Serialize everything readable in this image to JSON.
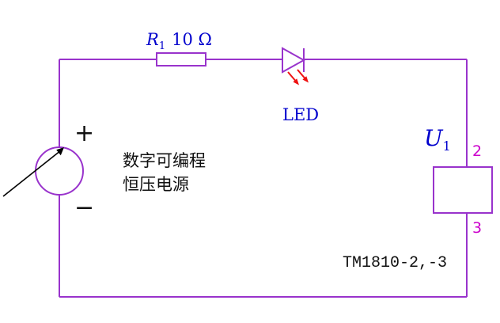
{
  "labels": {
    "resistor_name": "R",
    "resistor_sub": "1",
    "resistor_value": "10 Ω",
    "led": "LED",
    "source_plus": "+",
    "source_minus": "−",
    "source_line1": "数字可编程",
    "source_line2": "恒压电源",
    "u_name": "U",
    "u_sub": "1",
    "pin_top": "2",
    "pin_bottom": "3",
    "part_number": "TM1810-2,-3"
  },
  "colors": {
    "wire_purple": "#9933cc",
    "label_blue": "#0000cd",
    "pin_magenta": "#cc00cc",
    "led_arrow_red": "#ee1111",
    "text_black": "#111111",
    "background": "#ffffff"
  },
  "icons": {
    "resistor": "resistor-box-symbol",
    "led": "diode-led-symbol",
    "voltage_source": "adjustable-voltage-source-symbol",
    "ic_block": "ic-box-symbol"
  }
}
